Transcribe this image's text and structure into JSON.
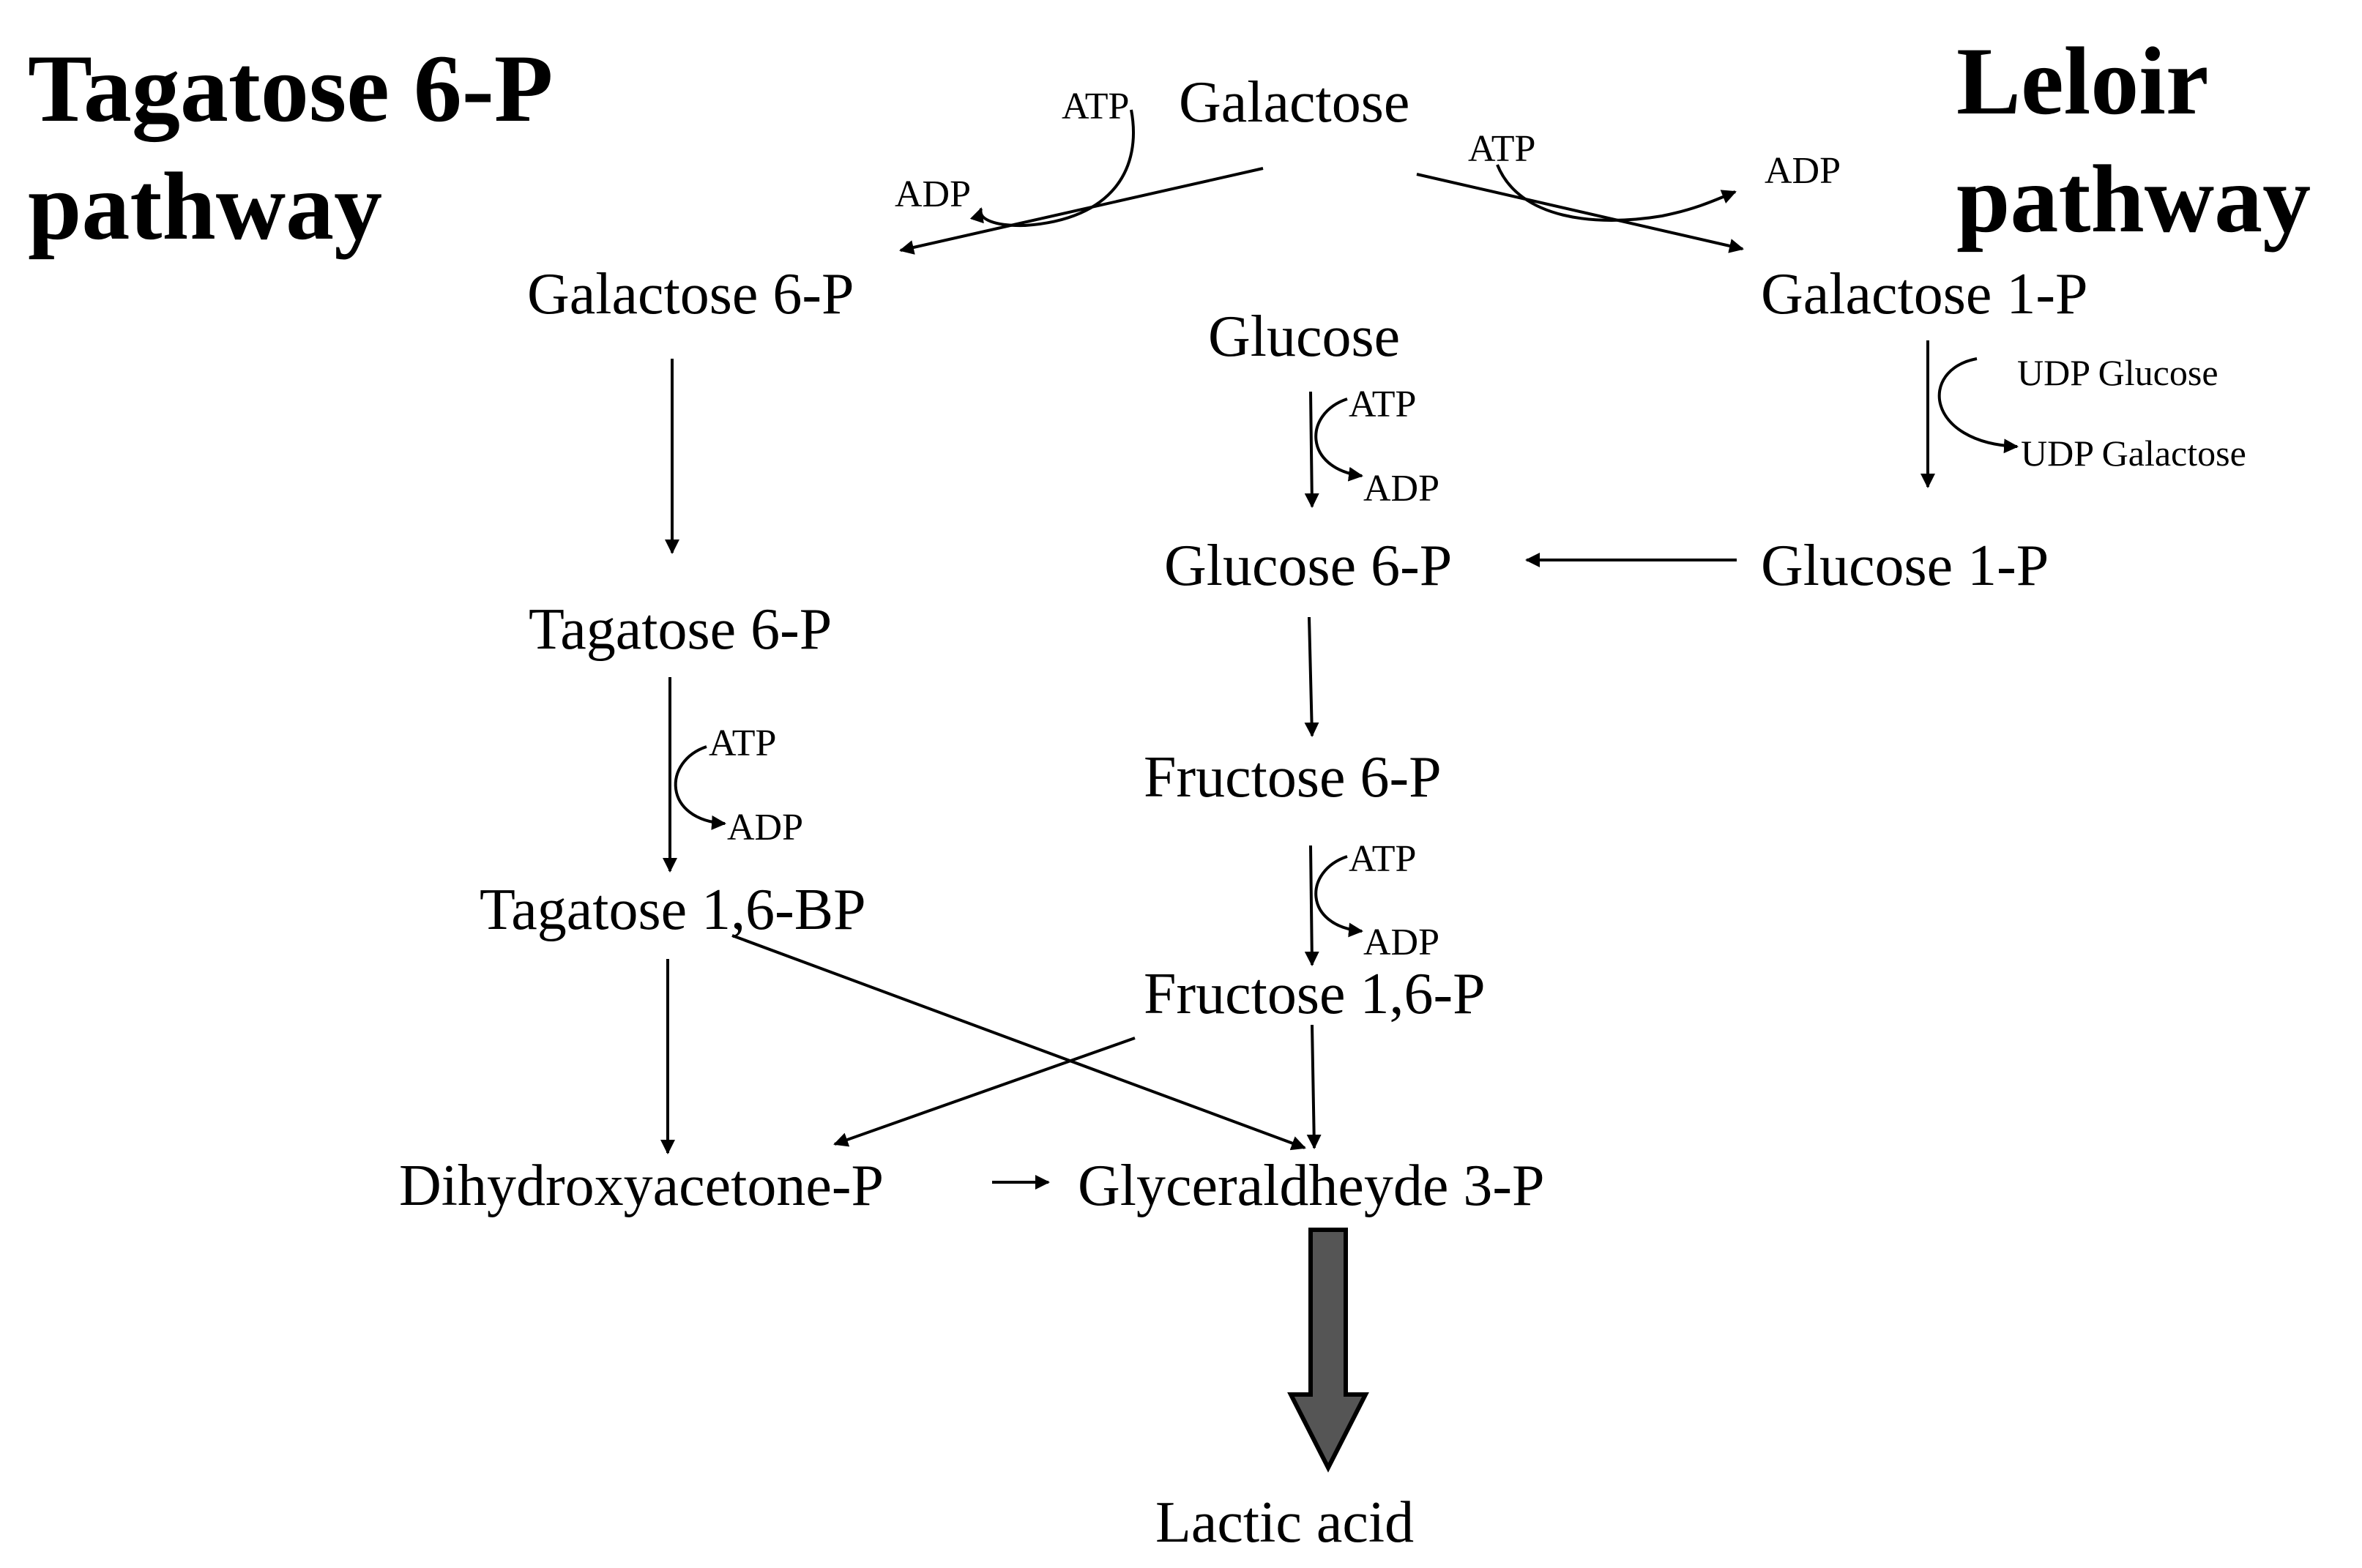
{
  "titles": {
    "left": {
      "line1": "Tagatose 6-P",
      "line2": "pathway"
    },
    "right": {
      "line1": "Leloir",
      "line2": "pathway"
    }
  },
  "nodes": {
    "galactose": "Galactose",
    "galactose_6p": "Galactose 6-P",
    "galactose_1p": "Galactose 1-P",
    "glucose": "Glucose",
    "glucose_6p": "Glucose 6-P",
    "glucose_1p": "Glucose 1-P",
    "tagatose_6p": "Tagatose 6-P",
    "fructose_6p": "Fructose 6-P",
    "tagatose_16bp": "Tagatose 1,6-BP",
    "fructose_16p": "Fructose 1,6-P",
    "dhap": "Dihydroxyacetone-P",
    "g3p": "Glyceraldheyde 3-P",
    "lactic_acid": "Lactic acid"
  },
  "cofactors": {
    "atp": "ATP",
    "adp": "ADP",
    "udp_glucose": "UDP Glucose",
    "udp_galactose": "UDP Galactose"
  },
  "colors": {
    "text": "#000000",
    "background": "#ffffff",
    "big_arrow_fill": "#555555"
  }
}
